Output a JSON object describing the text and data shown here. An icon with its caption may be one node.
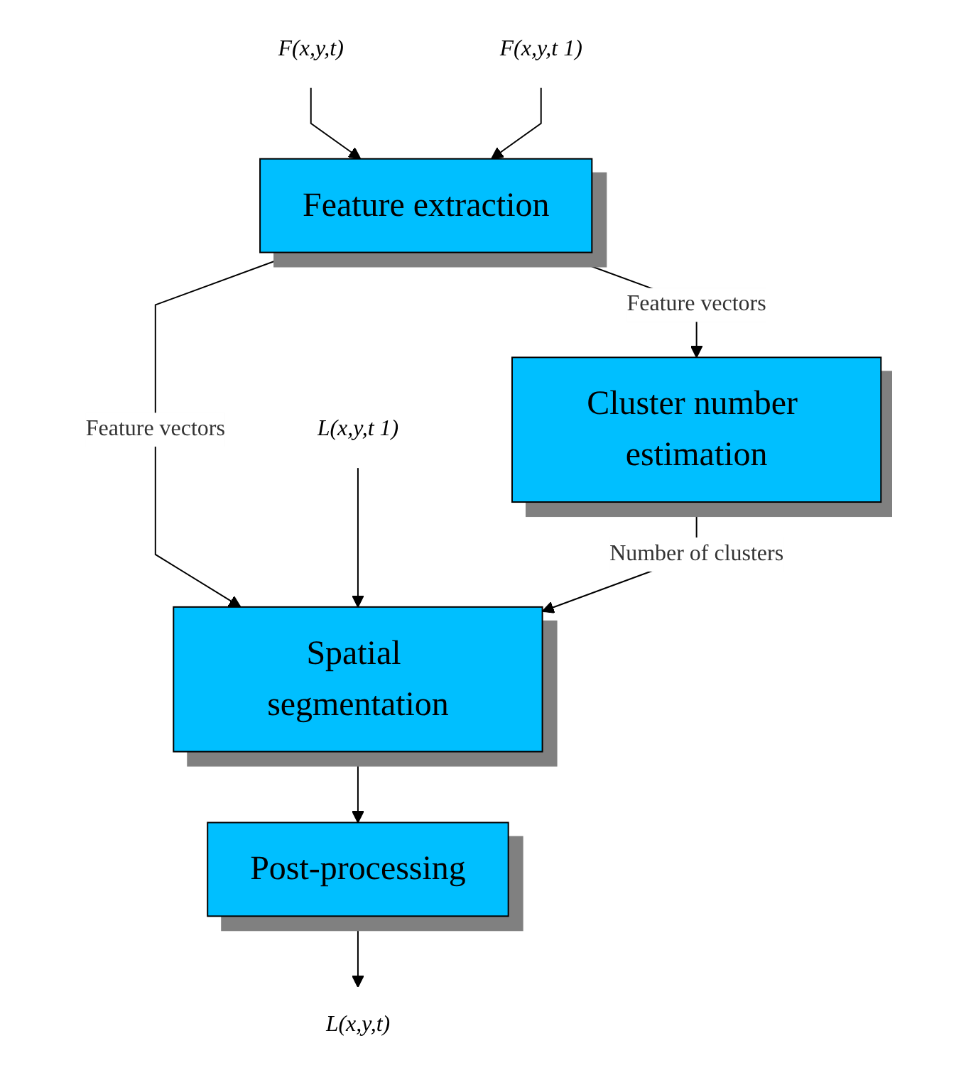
{
  "diagram": {
    "nodes": [
      {
        "text": [
          "F(x,y,t)"
        ]
      },
      {
        "text": [
          "F(x,y,t 1)"
        ]
      },
      {
        "text": [
          "Feature extraction"
        ]
      },
      {
        "text": [
          "Cluster number estimation"
        ]
      },
      {
        "text": [
          "L(x,y,t 1)"
        ]
      },
      {
        "text": [
          "Spatial segmentation"
        ]
      },
      {
        "text": [
          "Post-processing"
        ]
      },
      {
        "text": [
          "L(x,y,t)"
        ]
      }
    ],
    "edges": [
      {
        "from": 0,
        "to": 2,
        "arrow": "to"
      },
      {
        "from": 1,
        "to": 2,
        "arrow": "to"
      },
      {
        "from": 2,
        "to": 3,
        "arrow": "to",
        "label": "Feature vectors"
      },
      {
        "from": 2,
        "to": 5,
        "arrow": "to",
        "label": "Feature vectors"
      },
      {
        "from": 4,
        "to": 5,
        "arrow": "to"
      },
      {
        "from": 3,
        "to": 5,
        "arrow": "to",
        "label": "Number of clusters"
      },
      {
        "from": 5,
        "to": 6,
        "arrow": "to"
      },
      {
        "from": 6,
        "to": 7,
        "arrow": "to"
      }
    ]
  }
}
